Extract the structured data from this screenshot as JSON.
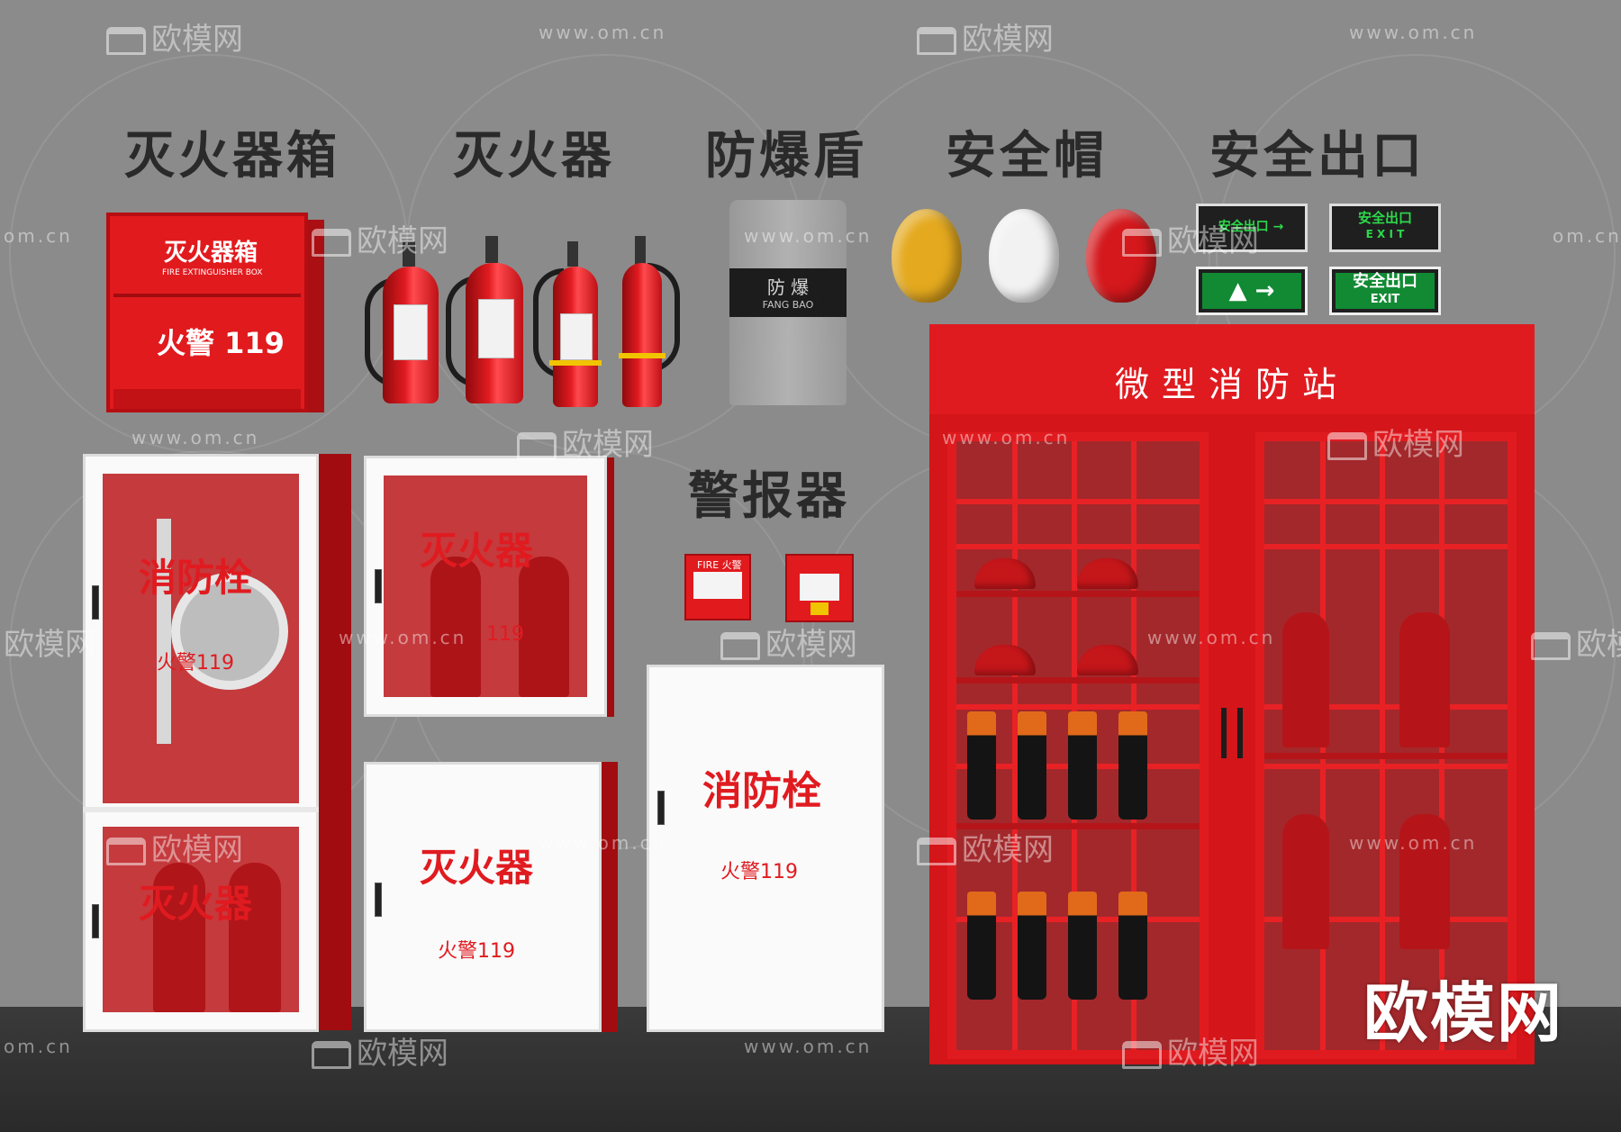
{
  "headings": {
    "extinguisher_box": "灭火器箱",
    "extinguisher": "灭火器",
    "shield": "防爆盾",
    "helmet": "安全帽",
    "exit": "安全出口",
    "alarm": "警报器"
  },
  "ext_box": {
    "title": "灭火器箱",
    "subtitle": "FIRE EXTINGUISHER BOX",
    "phone": "火警 119"
  },
  "shield": {
    "cn": "防 爆",
    "en": "FANG BAO"
  },
  "exit_signs": [
    {
      "text": "安全出口",
      "arrow": "→"
    },
    {
      "text": "安全出口",
      "sub": "E X I T"
    },
    {
      "text": "",
      "arrow": "→"
    },
    {
      "text": "安全出口",
      "sub": "EXIT"
    }
  ],
  "cabinet_left": {
    "top_label": "消防栓",
    "top_phone": "火警119",
    "bottom_label": "灭火器"
  },
  "cabinet_mid_glass": {
    "label": "灭火器",
    "phone": "119"
  },
  "cabinet_mid_white": {
    "label": "灭火器",
    "phone": "火警119"
  },
  "cabinet_hydrant": {
    "label": "消防栓",
    "phone": "火警119"
  },
  "alarms": [
    {
      "text": "FIRE 火警"
    },
    {
      "text": ""
    }
  ],
  "station": {
    "title": "微型消防站"
  },
  "watermark": {
    "brand": "欧模网",
    "site": "www.om.cn",
    "site_short": "om.cn"
  },
  "colors": {
    "wall": "#8b8b8b",
    "fire_red": "#e01b20",
    "floor": "#2f2f2f",
    "exit_green": "#118a33"
  }
}
